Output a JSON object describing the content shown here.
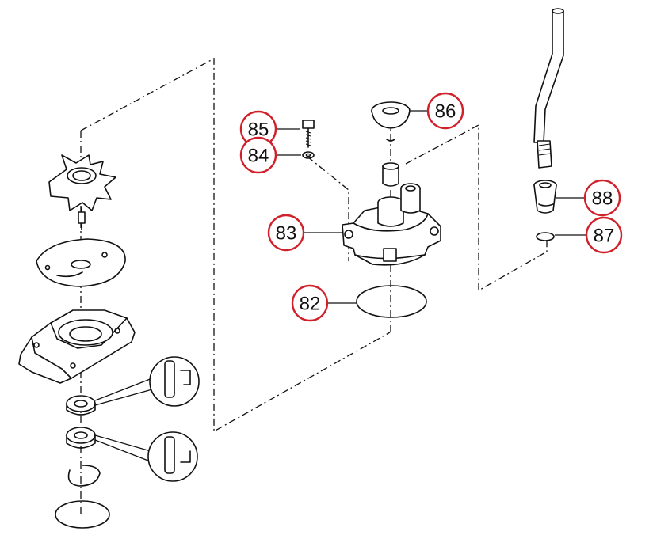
{
  "callouts": {
    "c82": "82",
    "c83": "83",
    "c84": "84",
    "c85": "85",
    "c86": "86",
    "c87": "87",
    "c88": "88"
  },
  "colors": {
    "callout_ring": "#d0202a",
    "ink": "#111111",
    "background": "#ffffff"
  }
}
